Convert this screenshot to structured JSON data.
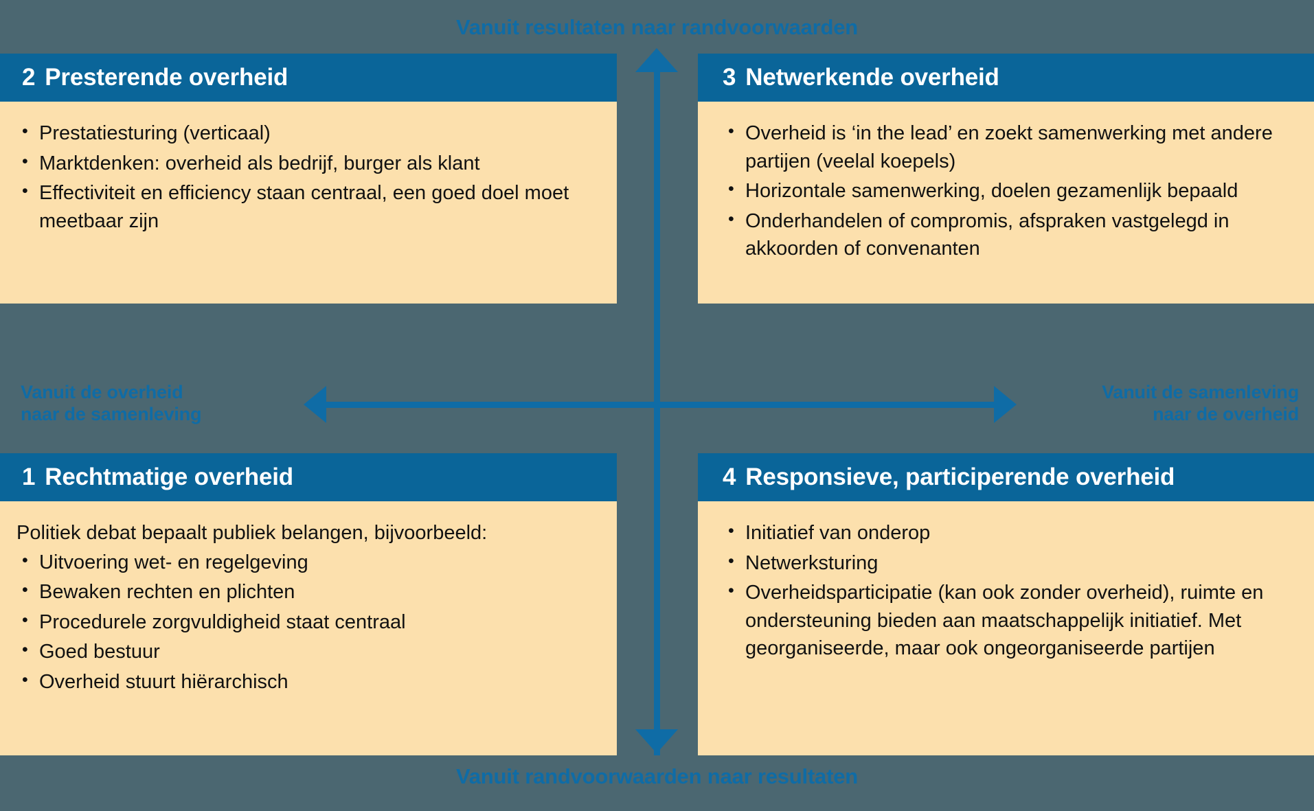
{
  "axes": {
    "top_label": "Vanuit resultaten naar randvoorwaarden",
    "bottom_label": "Vanuit randvoorwaarden naar resultaten",
    "left_label": "Vanuit de overheid\nnaar de samenleving",
    "right_label": "Vanuit de samenleving\nnaar de overheid"
  },
  "colors": {
    "background": "#4b6771",
    "header_blue": "#0a6599",
    "accent_blue": "#0f6ca6",
    "panel_cream": "#fce0ad",
    "header_text": "#ffffff",
    "body_text": "#111111"
  },
  "quadrants": [
    {
      "number": "2",
      "title": "Presterende overheid",
      "intro": "",
      "bullets": [
        "Prestatiesturing (verticaal)",
        "Marktdenken: overheid als bedrijf, burger als klant",
        "Effectiviteit en efficiency staan centraal, een goed doel moet meetbaar zijn"
      ]
    },
    {
      "number": "3",
      "title": "Netwerkende overheid",
      "intro": "",
      "bullets": [
        "Overheid is ‘in the lead’ en zoekt samenwerking met andere partijen (veelal koepels)",
        "Horizontale samenwerking, doelen gezamenlijk bepaald",
        "Onderhandelen of compromis, afspraken vastgelegd in akkoorden of convenanten"
      ]
    },
    {
      "number": "1",
      "title": "Rechtmatige overheid",
      "intro": "Politiek debat bepaalt publiek belangen, bijvoorbeeld:",
      "bullets": [
        "Uitvoering wet- en regelgeving",
        "Bewaken rechten en plichten",
        "Procedurele zorgvuldigheid staat centraal",
        "Goed bestuur",
        "Overheid stuurt hiërarchisch"
      ]
    },
    {
      "number": "4",
      "title": "Responsieve, participerende overheid",
      "intro": "",
      "bullets": [
        "Initiatief van onderop",
        "Netwerksturing",
        "Overheidsparticipatie (kan ook zonder overheid), ruimte en ondersteuning bieden aan maatschappelijk initiatief. Met georganiseerde, maar ook ongeorganiseerde partijen"
      ]
    }
  ]
}
